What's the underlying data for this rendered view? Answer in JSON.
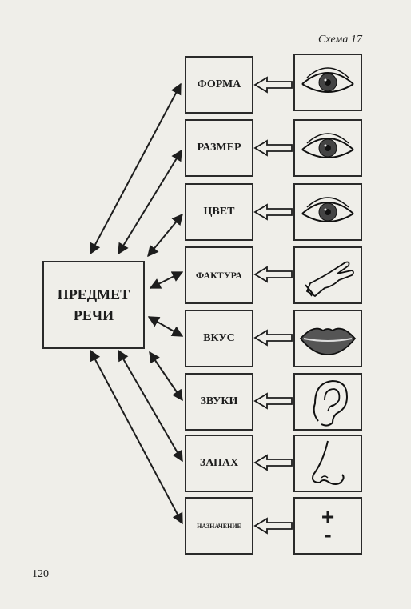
{
  "scheme_label": "Схема 17",
  "page_number": "120",
  "center": {
    "line1": "ПРЕДМЕТ",
    "line2": "РЕЧИ"
  },
  "features": [
    {
      "label": "ФОРМА",
      "icon": "eye-icon"
    },
    {
      "label": "РАЗМЕР",
      "icon": "eye-icon"
    },
    {
      "label": "ЦВЕТ",
      "icon": "eye-icon"
    },
    {
      "label": "ФАКТУРА",
      "icon": "hand-icon"
    },
    {
      "label": "ВКУС",
      "icon": "lips-icon"
    },
    {
      "label": "ЗВУКИ",
      "icon": "ear-icon"
    },
    {
      "label": "ЗАПАХ",
      "icon": "nose-icon"
    },
    {
      "label": "НАЗНАЧЕНИЕ",
      "icon": "plus-minus-icon"
    }
  ],
  "plus_sign": "+",
  "minus_sign": "-"
}
